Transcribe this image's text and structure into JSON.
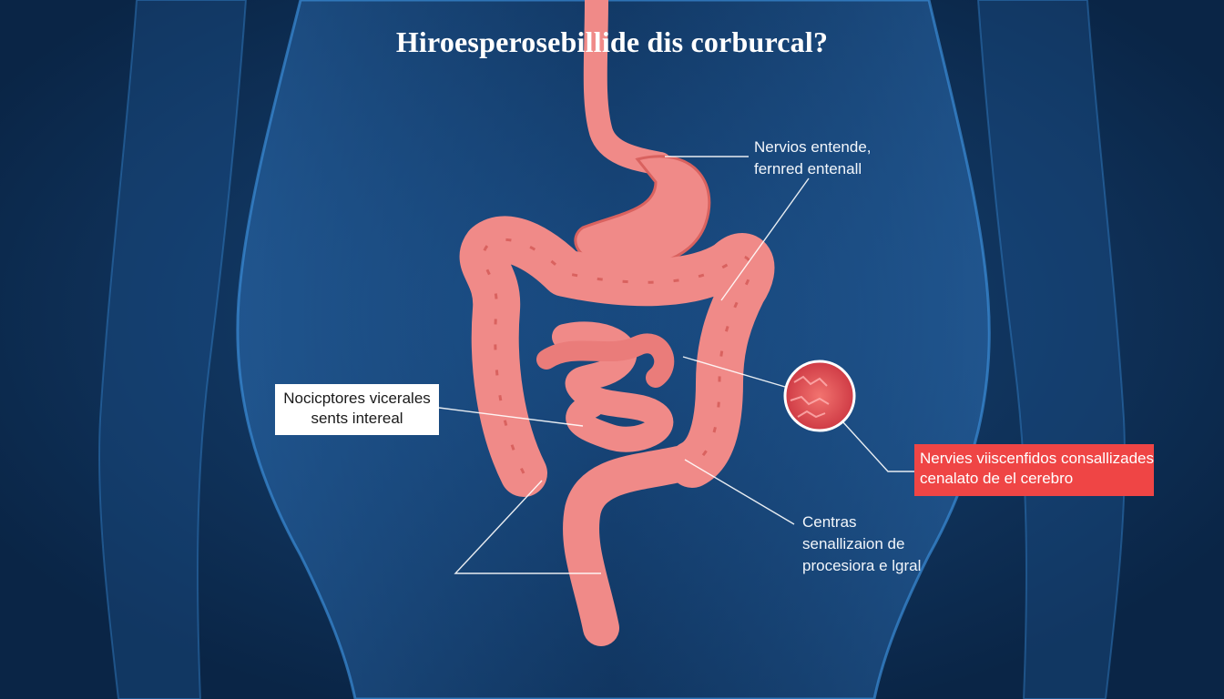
{
  "title": "Hiroesperosebillide dis corburcal?",
  "labels": {
    "top_right": [
      "Nervios entende,",
      "fernred entenall"
    ],
    "left_box": [
      "Nocicptores vicerales",
      "sents intereal"
    ],
    "right_red_box": [
      "Nervies viiscenfidos consallizades",
      "cenalato de el cerebro"
    ],
    "bottom_right": [
      "Centras",
      "senallizaion de",
      "procesiora e lgral"
    ]
  },
  "colors": {
    "background": "#0a2546",
    "body_outline": "#2f7fc9",
    "organ": "#f08a88",
    "organ_shadow": "#d9625f",
    "highlight_box": "#ef4545",
    "callout_line": "#ffffff"
  }
}
